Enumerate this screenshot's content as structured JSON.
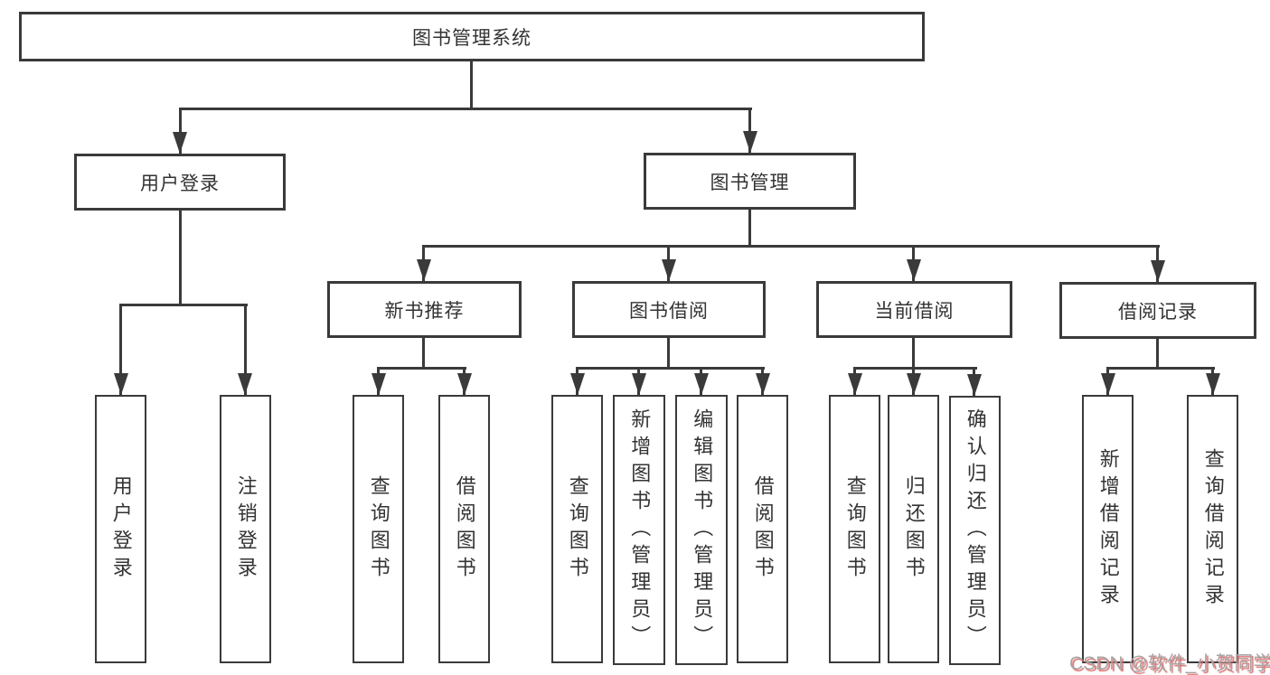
{
  "tree": {
    "root": {
      "label": "图书管理系统"
    },
    "level2": [
      {
        "label": "用户登录"
      },
      {
        "label": "图书管理"
      }
    ],
    "level3": [
      {
        "label": "新书推荐"
      },
      {
        "label": "图书借阅"
      },
      {
        "label": "当前借阅"
      },
      {
        "label": "借阅记录"
      }
    ],
    "leaves": {
      "login": [
        {
          "label": "用户登录"
        },
        {
          "label": "注销登录"
        }
      ],
      "recommend": [
        {
          "label": "查询图书"
        },
        {
          "label": "借阅图书"
        }
      ],
      "borrow": [
        {
          "label": "查询图书"
        },
        {
          "label": "新增图书（管理员）"
        },
        {
          "label": "编辑图书（管理员）"
        },
        {
          "label": "借阅图书"
        }
      ],
      "current": [
        {
          "label": "查询图书"
        },
        {
          "label": "归还图书"
        },
        {
          "label": "确认归还（管理员）"
        }
      ],
      "records": [
        {
          "label": "新增借阅记录"
        },
        {
          "label": "查询借阅记录"
        }
      ]
    }
  },
  "watermark": {
    "text": "CSDN @软件_小贺同学"
  },
  "colors": {
    "line": "#3a3a3a",
    "text": "#333333",
    "background": "#ffffff",
    "watermark": "#a6a6a6",
    "watermark_shadow": "#e06c6c"
  }
}
